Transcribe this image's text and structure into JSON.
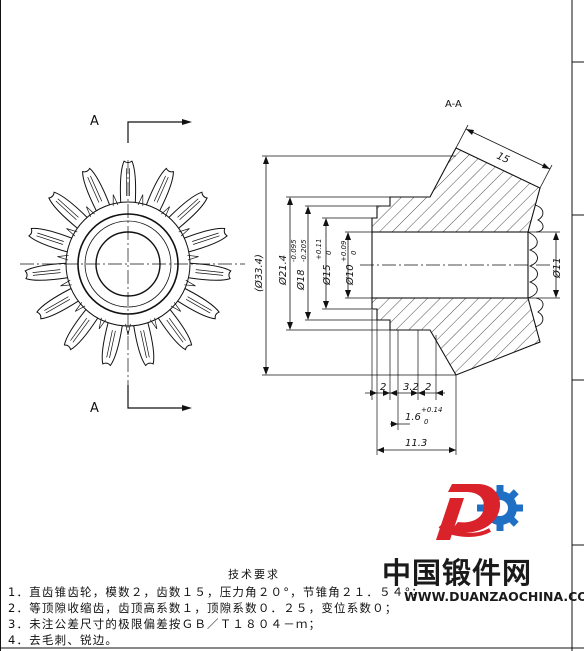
{
  "view_labels": {
    "left_top": "A",
    "left_bottom": "A",
    "section": "A-A"
  },
  "dimensions": {
    "d_outer": "(Ø33.4)",
    "d_214": "Ø21.4",
    "d_18": "Ø18",
    "d_18_upper": "-0.095",
    "d_18_lower": "-0.205",
    "d_15": "Ø15",
    "d_15_upper": "+0.11",
    "d_15_lower": "0",
    "d_10": "Ø10",
    "d_10_upper": "+0.09",
    "d_10_lower": "0",
    "d_11": "Ø11",
    "face": "15",
    "len_2a": "2",
    "len_32": "3.2",
    "len_2b": "2",
    "len_16": "1.6",
    "len_16_upper": "+0.14",
    "len_16_lower": "0",
    "len_113": "11.3"
  },
  "technical_requirements": {
    "heading": "技术要求",
    "notes": [
      "1．直齿锥齿轮，模数２，齿数１５，压力角２０°，节锥角２１．５４°；",
      "2．等顶隙收缩齿，齿顶高系数１，顶隙系数０．２５，变位系数０；",
      "3．未注公差尺寸的极限偏差按ＧＢ／Ｔ１８０４－ｍ；",
      "4．去毛刺、锐边。"
    ]
  },
  "watermark": {
    "chinese": "中国锻件网",
    "url": "WWW.DUANZAOCHINA.COM"
  },
  "colors": {
    "line": "#111111",
    "logo_red": "#d9222a",
    "logo_blue": "#1f6fc5"
  }
}
